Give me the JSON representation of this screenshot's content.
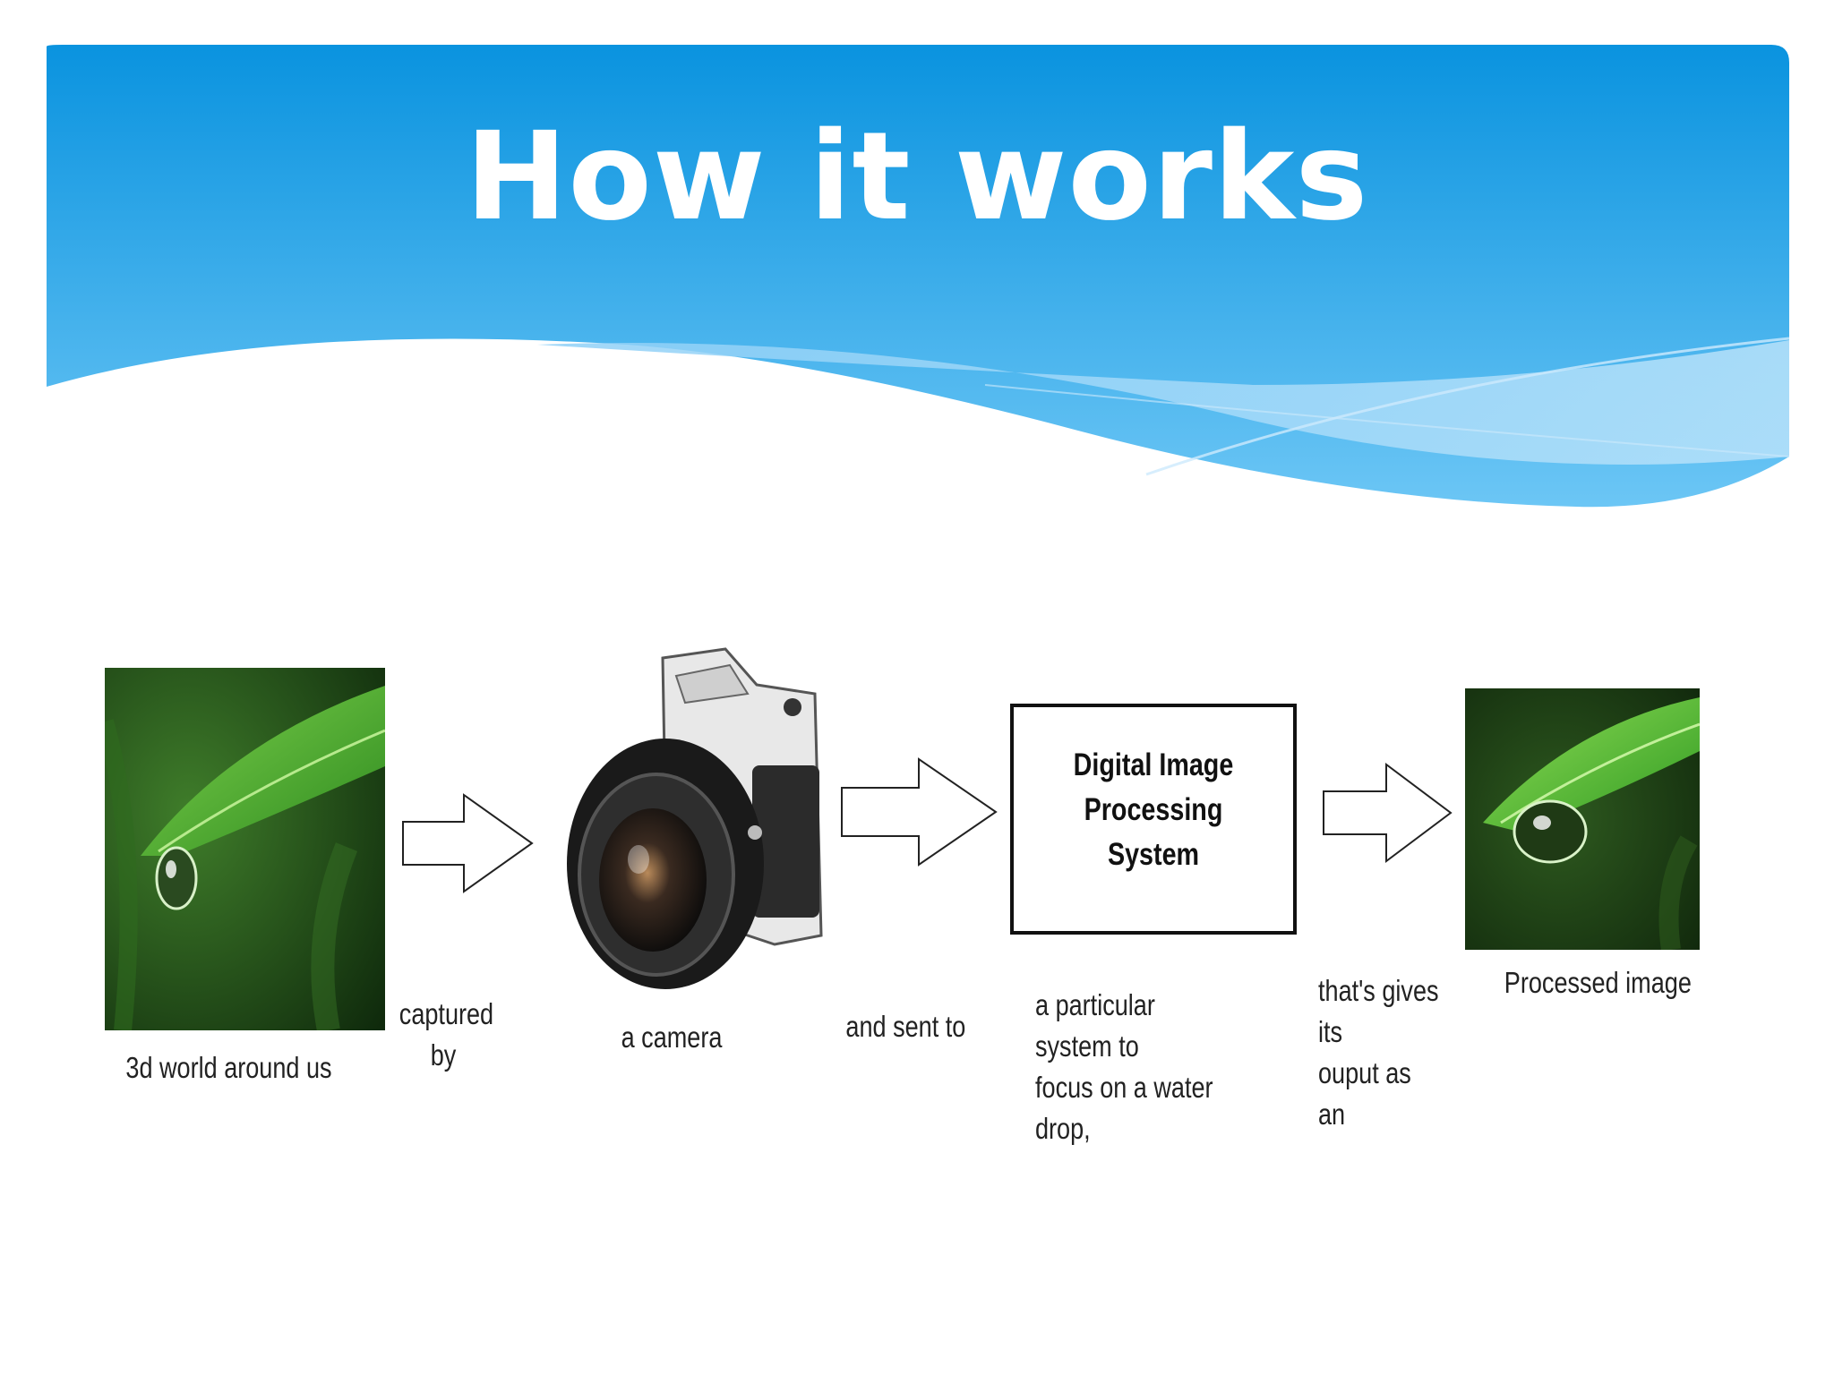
{
  "slide": {
    "title": "How it works"
  },
  "diagram": {
    "steps": [
      {
        "label": "3d world around us",
        "kind": "photo"
      },
      {
        "label": "captured\nby",
        "kind": "connector"
      },
      {
        "label": "a camera",
        "kind": "camera"
      },
      {
        "label": "and sent to",
        "kind": "connector"
      },
      {
        "label": "Digital Image Processing\nSystem",
        "kind": "box"
      },
      {
        "label": "a particular system to\nfocus on a water drop,",
        "kind": "caption"
      },
      {
        "label": "that's gives its\nouput as an",
        "kind": "connector"
      },
      {
        "label": "Processed image",
        "kind": "photo"
      }
    ]
  },
  "colors": {
    "banner_top": "#0a96e0",
    "banner_bottom": "#5fc0f3",
    "wave_light": "#a9dcf8",
    "leaf_green": "#3fa52a"
  },
  "icons": [
    "leaf-photo-icon",
    "camera-icon",
    "right-arrow-icon"
  ]
}
